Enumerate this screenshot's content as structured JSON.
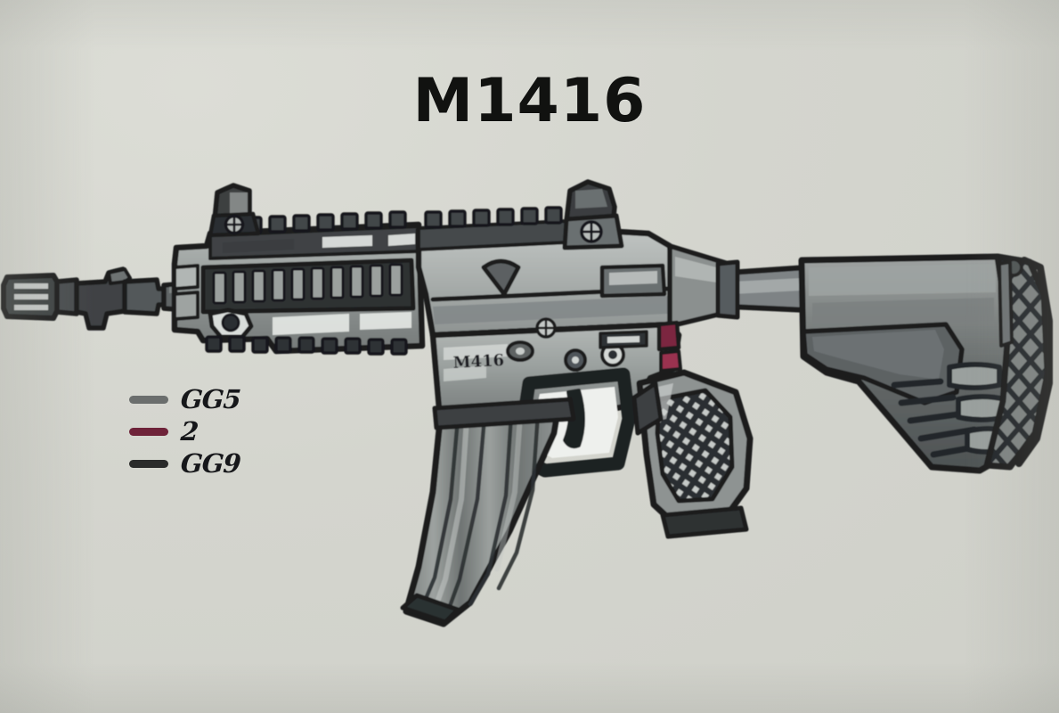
{
  "page": {
    "title": "M1416",
    "background_color": "#d5d6cf",
    "medium": "marker drawing on paper"
  },
  "artwork": {
    "subject": "M416 assault rifle side view",
    "receiver_marking": "M416",
    "parts": [
      {
        "name": "muzzle-brake",
        "color": "#3c4040"
      },
      {
        "name": "barrel",
        "color": "#4a4e4d"
      },
      {
        "name": "front-sight-post",
        "color": "#3a3e3d"
      },
      {
        "name": "handguard-rail",
        "color": "#8d9190"
      },
      {
        "name": "upper-receiver",
        "color": "#9a9e9c"
      },
      {
        "name": "rear-sight",
        "color": "#505453"
      },
      {
        "name": "ejection-port",
        "color": "#6d7170"
      },
      {
        "name": "lower-receiver",
        "color": "#9a9e9c"
      },
      {
        "name": "trigger",
        "color": "#24262a"
      },
      {
        "name": "fire-selector",
        "color": "#7c2640"
      },
      {
        "name": "magazine",
        "color": "#7c807f"
      },
      {
        "name": "pistol-grip",
        "color": "#8c9090"
      },
      {
        "name": "buffer-tube",
        "color": "#73777a"
      },
      {
        "name": "buttstock",
        "color": "#5e6263"
      }
    ]
  },
  "legend": {
    "items": [
      {
        "label": "GG5",
        "color": "#6b6e6d"
      },
      {
        "label": "2",
        "color": "#6e2339"
      },
      {
        "label": "GG9",
        "color": "#2a2b2a"
      }
    ]
  }
}
